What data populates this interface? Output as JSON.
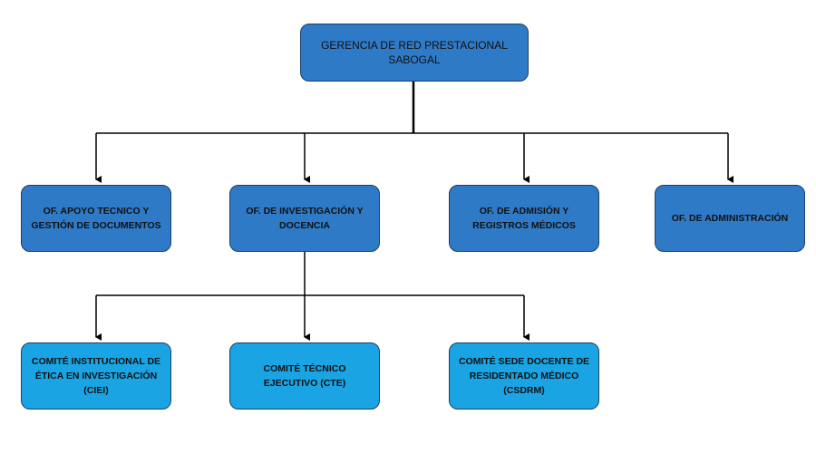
{
  "colors": {
    "dark_box": "#2f7ac6",
    "light_box": "#1aa4e3",
    "border": "#1f3e66",
    "connector": "#000000"
  },
  "root": {
    "label": "GERENCIA DE RED PRESTACIONAL SABOGAL"
  },
  "offices": [
    {
      "label": "OF. APOYO TECNICO Y GESTIÓN DE DOCUMENTOS"
    },
    {
      "label": "OF. DE INVESTIGACIÓN Y DOCENCIA"
    },
    {
      "label": "OF. DE ADMISIÓN Y REGISTROS MÉDICOS"
    },
    {
      "label": "OF. DE ADMINISTRACIÓN"
    }
  ],
  "committees": [
    {
      "label": "COMITÉ INSTITUCIONAL DE ÉTICA EN INVESTIGACIÓN (CIEI)"
    },
    {
      "label": "COMITÉ TÉCNICO EJECUTIVO (CTE)"
    },
    {
      "label": "COMITÉ SEDE DOCENTE DE RESIDENTADO MÉDICO (CSDRM)"
    }
  ]
}
